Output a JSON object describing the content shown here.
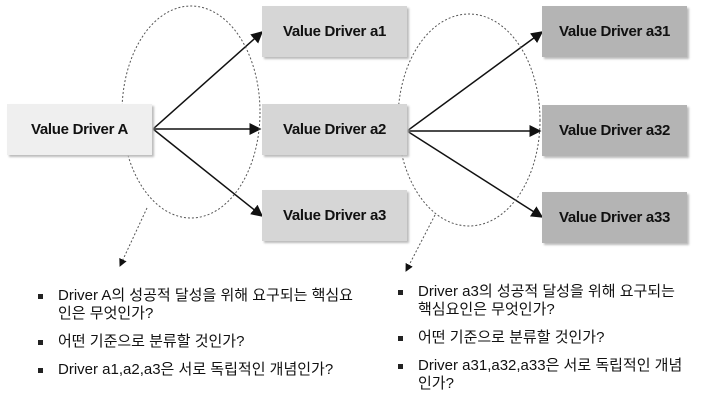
{
  "nodes": {
    "a": "Value Driver A",
    "a1": "Value Driver a1",
    "a2": "Value Driver a2",
    "a3": "Value Driver a3",
    "a31": "Value Driver a31",
    "a32": "Value Driver a32",
    "a33": "Value Driver a33"
  },
  "left_questions": [
    "Driver A의 성공적 달성을 위해 요구되는 핵심요인은 무엇인가?",
    "어떤 기준으로 분류할 것인가?",
    "Driver a1,a2,a3은 서로 독립적인 개념인가?"
  ],
  "right_questions": [
    "Driver a3의 성공적 달성을 위해 요구되는 핵심요인은 무엇인가?",
    "어떤 기준으로 분류할 것인가?",
    "Driver a31,a32,a33은 서로 독립적인 개념인가?"
  ]
}
